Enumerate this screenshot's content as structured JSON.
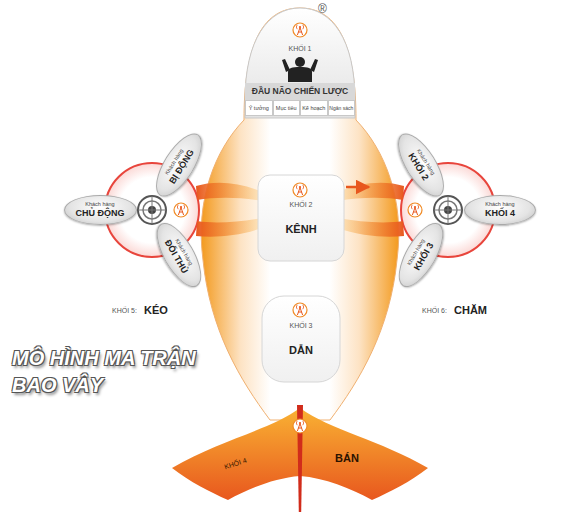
{
  "diagram": {
    "title": "MÔ HÌNH MA TRẬN BAO VÂY",
    "nodes": [
      {
        "text": [
          "KHỐI 1",
          "ĐẦU NÃO CHIẾN LƯỢC"
        ]
      },
      {
        "text": [
          "Ý tưởng"
        ],
        "in": 0
      },
      {
        "text": [
          "Mục tiêu"
        ],
        "in": 0
      },
      {
        "text": [
          "Kế hoạch"
        ],
        "in": 0
      },
      {
        "text": [
          "Ngân sách"
        ],
        "in": 0
      },
      {
        "text": [
          "KHỐI 2",
          "KÊNH"
        ]
      },
      {
        "text": [
          "KHỐI 3",
          "DẪN"
        ]
      },
      {
        "text": [
          "KHỐI 4",
          "BÁN"
        ]
      },
      {
        "text": [
          "KHỐI 5:",
          "KÉO"
        ]
      },
      {
        "text": [
          "Khách hàng",
          "BỊ ĐỘNG"
        ],
        "in": 8
      },
      {
        "text": [
          "Khách hàng",
          "CHỦ ĐỘNG"
        ],
        "in": 8
      },
      {
        "text": [
          "Khách hàng",
          "ĐỐI THỦ"
        ],
        "in": 8
      },
      {
        "text": [
          "KHỐI 6:",
          "CHĂM"
        ]
      },
      {
        "text": [
          "Khách hàng",
          "KHỐI 2"
        ],
        "in": 12
      },
      {
        "text": [
          "Khách hàng",
          "KHỐI 4"
        ],
        "in": 12
      },
      {
        "text": [
          "Khách hàng",
          "KHỐI 3"
        ],
        "in": 12
      }
    ],
    "edges": [
      {
        "from": 5,
        "to": 12,
        "arrow": "to"
      }
    ],
    "labels": [
      "®"
    ]
  }
}
